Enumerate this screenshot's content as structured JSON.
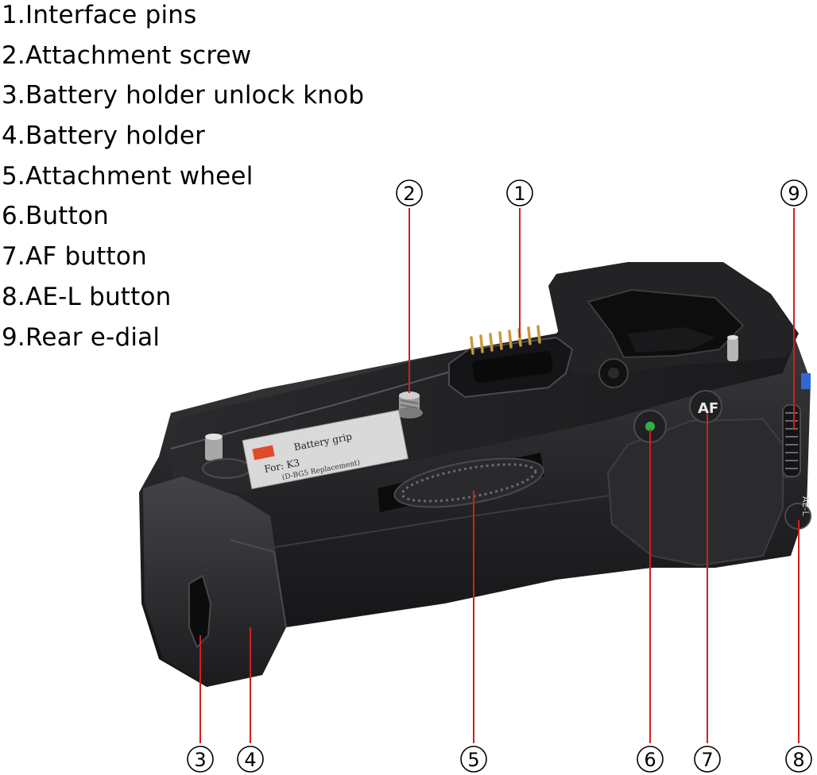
{
  "legend": [
    "1.Interface pins",
    "2.Attachment screw",
    "3.Battery holder unlock knob",
    "4.Battery holder",
    "5.Attachment wheel",
    "6.Button",
    "7.AF button",
    "8.AE-L button",
    "9.Rear e-dial"
  ],
  "callouts": [
    "1",
    "2",
    "3",
    "4",
    "5",
    "6",
    "7",
    "8",
    "9"
  ],
  "label_sticker": {
    "line1": "Battery grip",
    "line2": "For: K3",
    "line3": "(D-BG5 Replacement)"
  },
  "button_labels": {
    "af": "AF",
    "ael": "AE-L"
  },
  "colors": {
    "leader": "#d21f1f",
    "body": "#1c1c1e",
    "pins": "#c89a3a",
    "green_dot": "#2fae4a"
  }
}
